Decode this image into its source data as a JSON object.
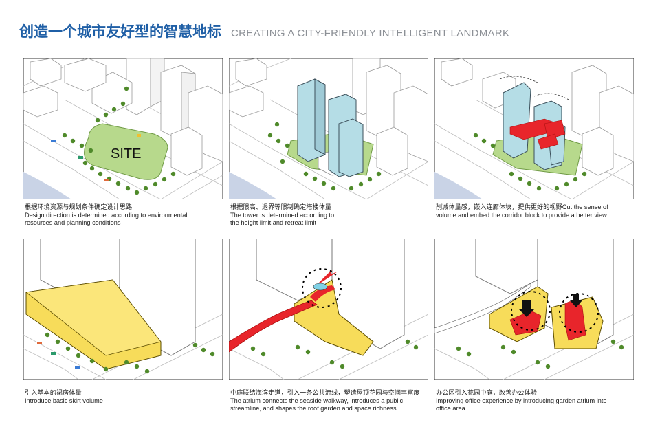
{
  "header": {
    "title_cn": "创造一个城市友好型的智慧地标",
    "title_en": "CREATING A CITY-FRIENDLY INTELLIGENT LANDMARK"
  },
  "panels": [
    {
      "site_label": "SITE",
      "caption_cn": "根据环境资源与规划条件确定设计思路",
      "caption_en": [
        "Design direction is determined according to environmental",
        "resources and planning conditions"
      ]
    },
    {
      "caption_cn": "根据限高、退界等限制确定塔楼体量",
      "caption_en": [
        "The tower is determined according to",
        "the height limit and retreat limit"
      ]
    },
    {
      "caption_cn": "削减体量感，嵌入连廊体块，提供更好的视野Cut the sense of",
      "caption_en": [
        "volume and embed the corridor block to provide a better view"
      ]
    },
    {
      "caption_cn": "引入基本的裙房体量",
      "caption_en": [
        "Introduce basic skirt volume"
      ]
    },
    {
      "caption_cn": "中庭联结海滨走道，引入一条公共流线，塑造屋顶花园与空间丰富度",
      "caption_en": [
        "The atrium connects the seaside walkway, introduces a public",
        "streamline, and shapes the roof garden and space richness."
      ]
    },
    {
      "caption_cn": "办公区引入花园中庭，改善办公体验",
      "caption_en": [
        "Improving office experience by introducing garden atrium into",
        "office area"
      ]
    }
  ],
  "colors": {
    "title_blue": "#1f5fa6",
    "site_green": "#b7d98c",
    "tower_blue": "#b5dde6",
    "podium_yellow": "#f7dc5a",
    "accent_red": "#e8252b",
    "water": "#c9d3e6",
    "tree": "#4f8a2a"
  }
}
